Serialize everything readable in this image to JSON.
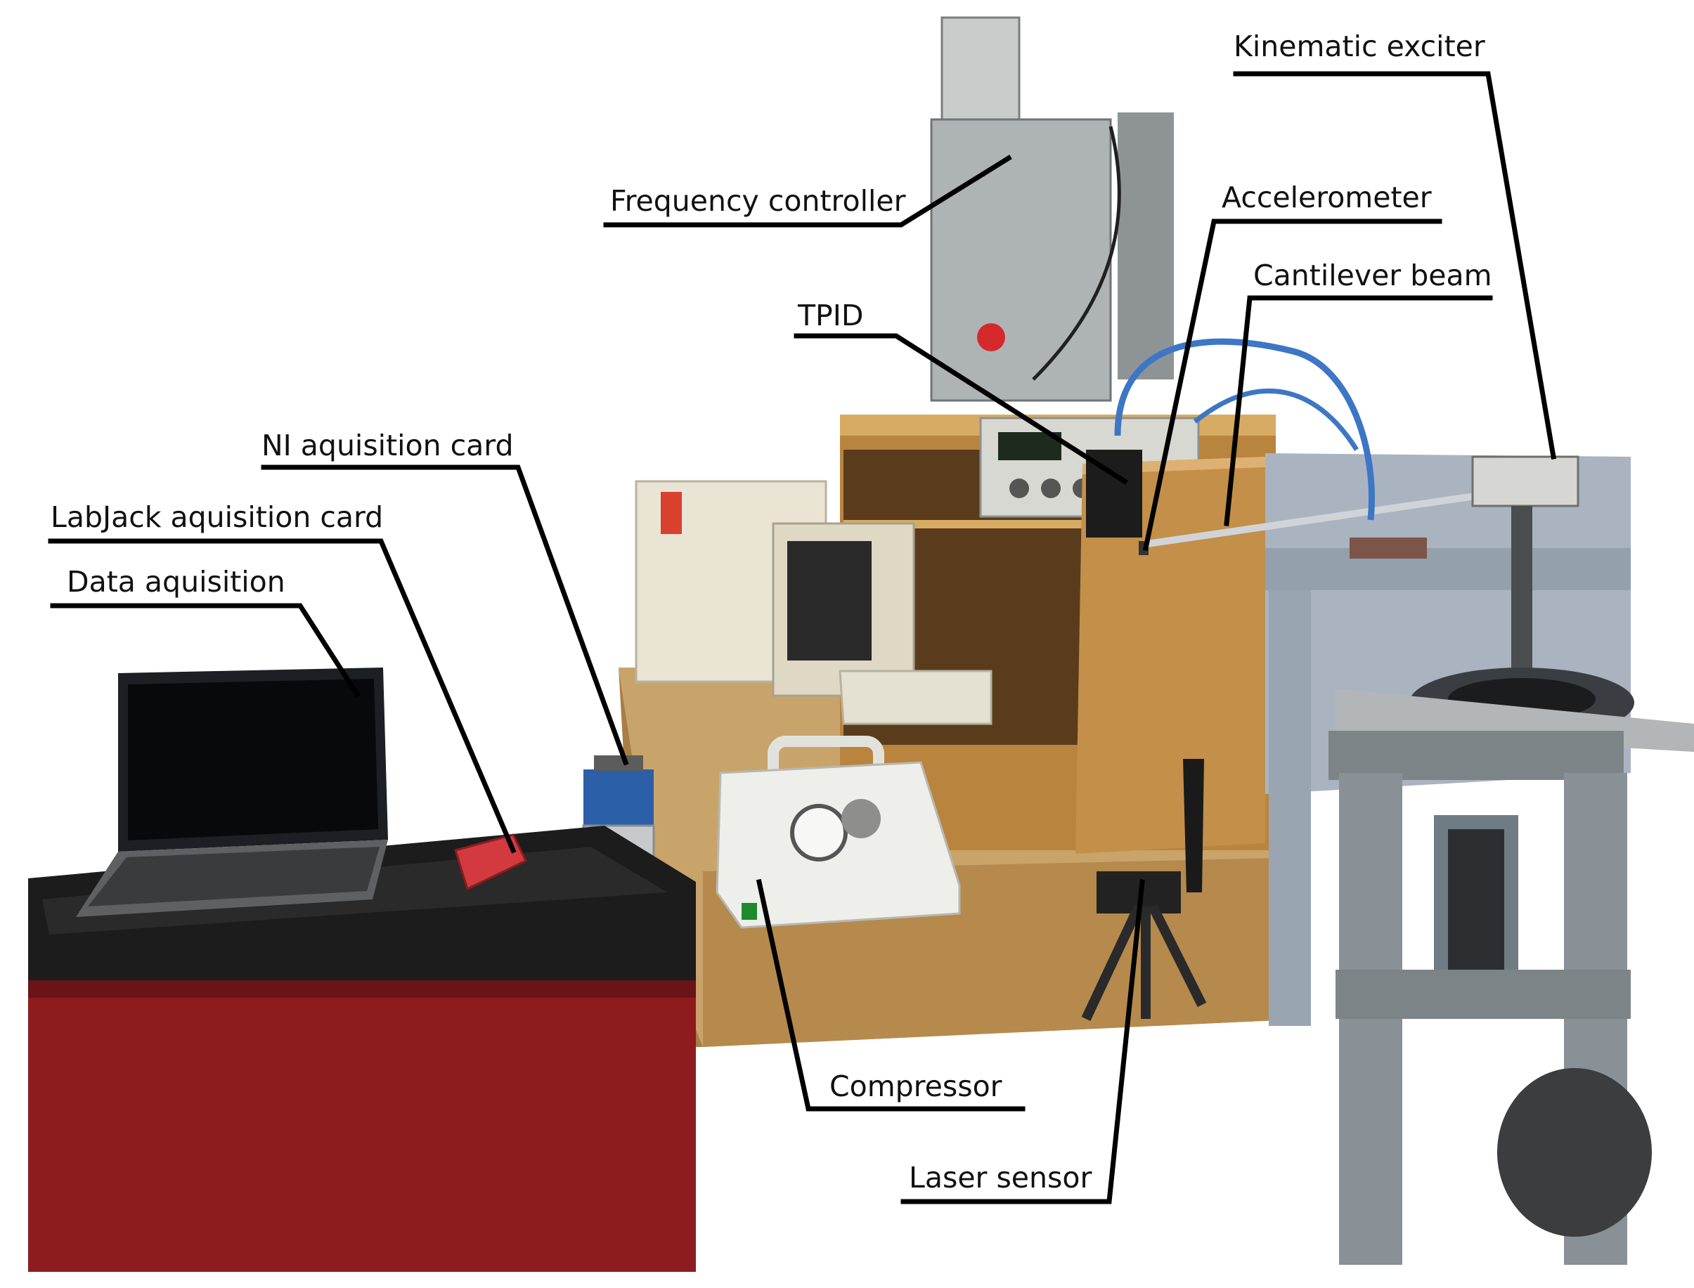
{
  "figure": {
    "labels": {
      "kinematic_exciter": "Kinematic exciter",
      "frequency_controller": "Frequency controller",
      "accelerometer": "Accelerometer",
      "cantilever_beam": "Cantilever beam",
      "tpid": "TPID",
      "ni_card": "NI aquisition card",
      "labjack_card": "LabJack aquisition card",
      "data_aquisition": "Data aquisition",
      "compressor": "Compressor",
      "laser_sensor": "Laser sensor"
    },
    "colors": {
      "cart_red": "#8e1c1f",
      "cart_top": "#1c1c1c",
      "table_wood": "#c9a46a",
      "cabinet_wood": "#b9843e",
      "steel_gray": "#8a9196",
      "frame_blue_gray": "#aab4c0",
      "label_line": "#000000"
    }
  }
}
